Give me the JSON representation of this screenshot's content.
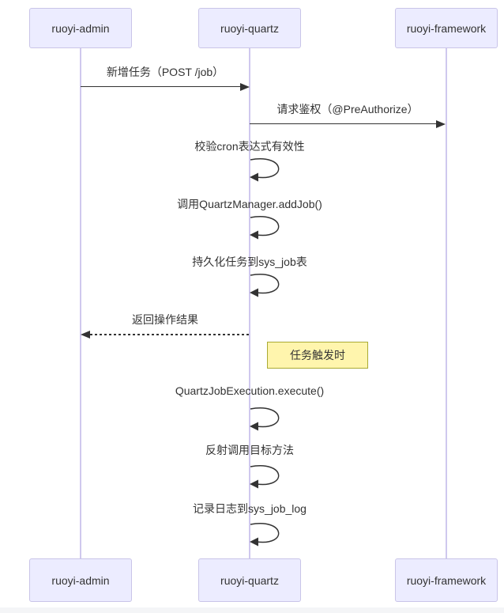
{
  "diagram": {
    "type": "sequence-diagram",
    "actors": [
      {
        "label": "ruoyi-admin"
      },
      {
        "label": "ruoyi-quartz"
      },
      {
        "label": "ruoyi-framework"
      }
    ],
    "messages": [
      {
        "from": "ruoyi-admin",
        "to": "ruoyi-quartz",
        "style": "solid-arrow",
        "label": "新增任务（POST /job）"
      },
      {
        "from": "ruoyi-quartz",
        "to": "ruoyi-framework",
        "style": "solid-arrow",
        "label": "请求鉴权（@PreAuthorize）"
      },
      {
        "from": "ruoyi-quartz",
        "to": "ruoyi-quartz",
        "style": "self-loop",
        "label": "校验cron表达式有效性"
      },
      {
        "from": "ruoyi-quartz",
        "to": "ruoyi-quartz",
        "style": "self-loop",
        "label": "调用QuartzManager.addJob()"
      },
      {
        "from": "ruoyi-quartz",
        "to": "ruoyi-quartz",
        "style": "self-loop",
        "label": "持久化任务到sys_job表"
      },
      {
        "from": "ruoyi-quartz",
        "to": "ruoyi-admin",
        "style": "dashed-arrow",
        "label": "返回操作结果"
      },
      {
        "from": "ruoyi-quartz",
        "to": "ruoyi-quartz",
        "style": "self-loop",
        "label": "QuartzJobExecution.execute()"
      },
      {
        "from": "ruoyi-quartz",
        "to": "ruoyi-quartz",
        "style": "self-loop",
        "label": "反射调用目标方法"
      },
      {
        "from": "ruoyi-quartz",
        "to": "ruoyi-quartz",
        "style": "self-loop",
        "label": "记录日志到sys_job_log"
      }
    ],
    "note": {
      "label": "任务触发时"
    },
    "colors": {
      "actor_fill": "#ECECFF",
      "actor_border": "#c9c4e8",
      "lifeline": "#cfc8ee",
      "line": "#333333",
      "text": "#333333",
      "note_fill": "#fff5ad",
      "note_border": "#aaaa33",
      "background": "#ffffff",
      "footer_strip": "#f4f5f7"
    }
  }
}
